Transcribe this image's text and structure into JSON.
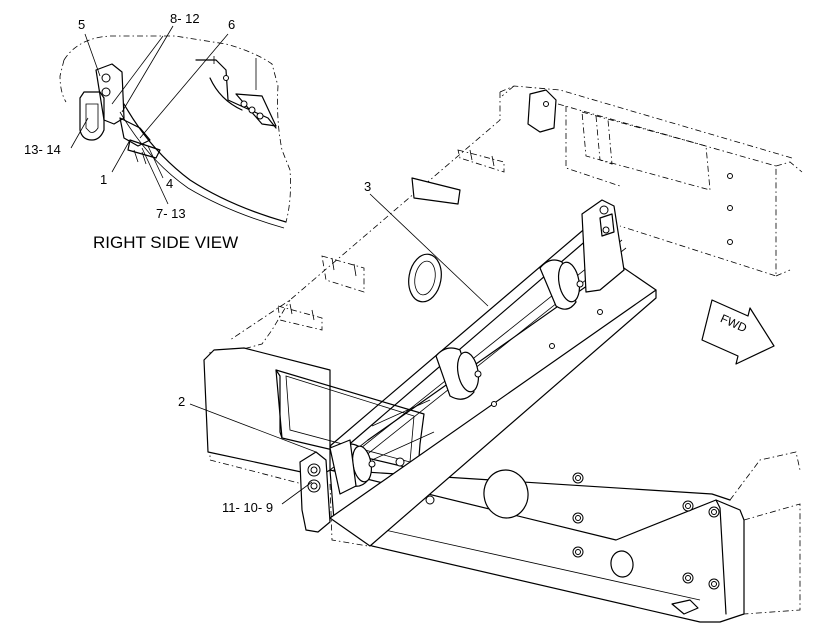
{
  "callouts": {
    "c5": "5",
    "c8_12": "8- 12",
    "c6": "6",
    "c13_14": "13- 14",
    "c1": "1",
    "c4": "4",
    "c7_13": "7- 13",
    "c3": "3",
    "c2": "2",
    "c11_10_9": "11- 10- 9"
  },
  "view_title": "RIGHT SIDE VIEW",
  "direction_label": "FWD"
}
